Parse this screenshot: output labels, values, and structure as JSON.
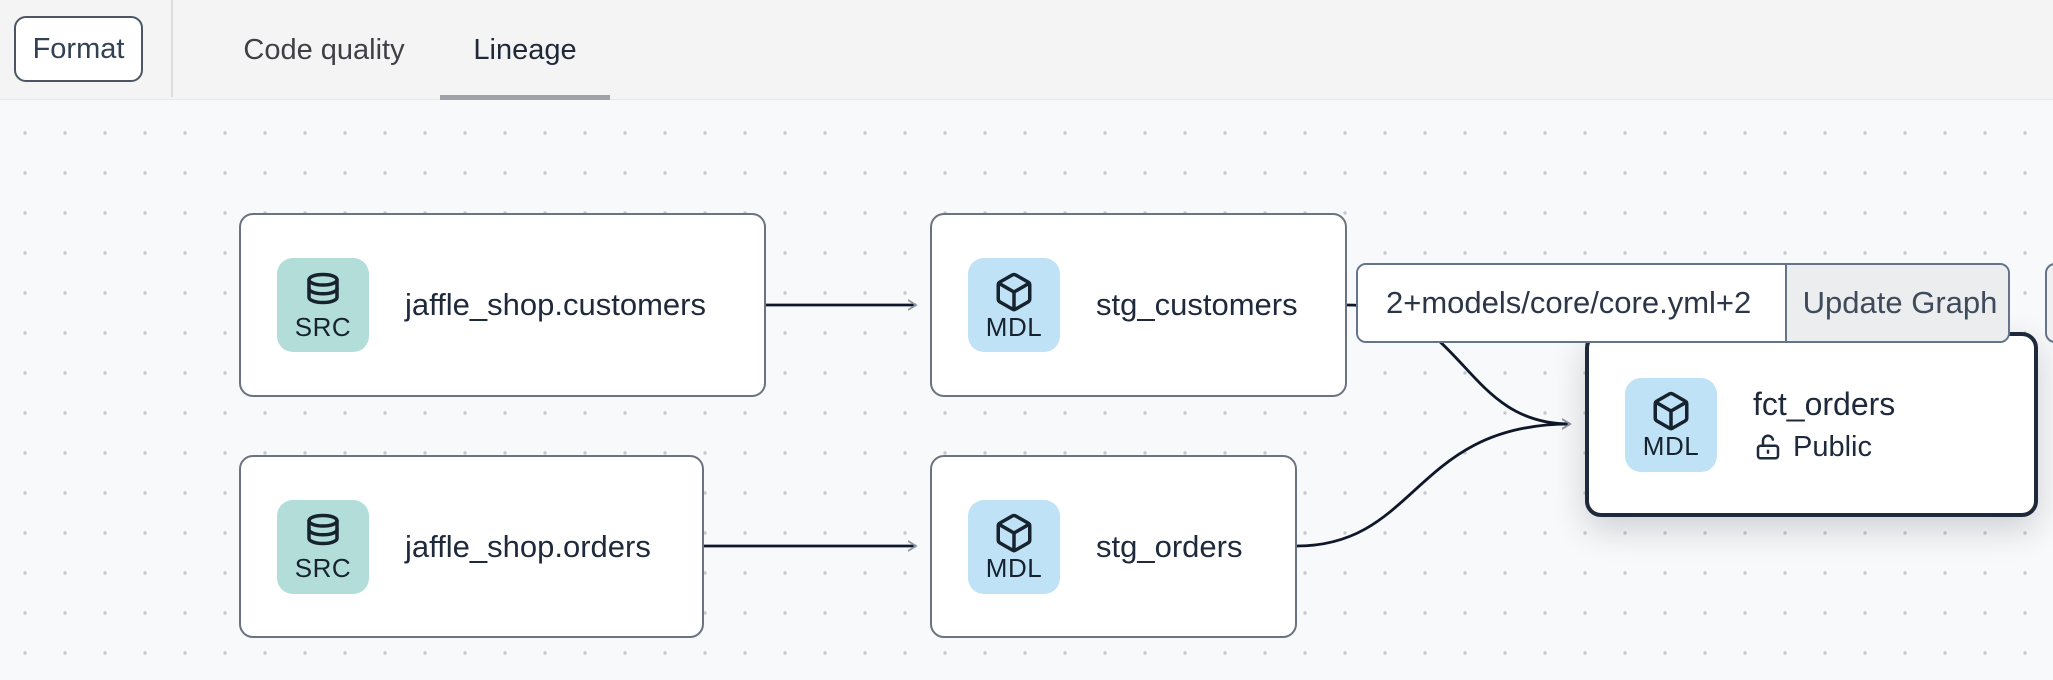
{
  "header": {
    "format_button": "Format",
    "tabs": [
      {
        "label": "Code quality",
        "active": false
      },
      {
        "label": "Lineage",
        "active": true
      }
    ]
  },
  "toolbar": {
    "selector_value": "2+models/core/core.yml+2",
    "update_button": "Update Graph"
  },
  "graph": {
    "nodes": [
      {
        "id": "jaffle_shop.customers",
        "label": "jaffle_shop.customers",
        "type": "source",
        "badge": "SRC",
        "icon": "database-icon",
        "selected": false
      },
      {
        "id": "stg_customers",
        "label": "stg_customers",
        "type": "model",
        "badge": "MDL",
        "icon": "cube-icon",
        "selected": false
      },
      {
        "id": "jaffle_shop.orders",
        "label": "jaffle_shop.orders",
        "type": "source",
        "badge": "SRC",
        "icon": "database-icon",
        "selected": false
      },
      {
        "id": "stg_orders",
        "label": "stg_orders",
        "type": "model",
        "badge": "MDL",
        "icon": "cube-icon",
        "selected": false
      },
      {
        "id": "fct_orders",
        "label": "fct_orders",
        "type": "model",
        "badge": "MDL",
        "icon": "cube-icon",
        "access": "Public",
        "access_icon": "unlock-icon",
        "selected": true
      }
    ],
    "edges": [
      {
        "source": "jaffle_shop.customers",
        "target": "stg_customers"
      },
      {
        "source": "jaffle_shop.orders",
        "target": "stg_orders"
      },
      {
        "source": "stg_customers",
        "target": "fct_orders"
      },
      {
        "source": "stg_orders",
        "target": "fct_orders"
      }
    ]
  },
  "colors": {
    "src_badge_bg": "#b2ddd8",
    "mdl_badge_bg": "#c0e2f6",
    "node_border": "#6b7280",
    "selected_node_border": "#1e293b",
    "edge_stroke": "#0f172a",
    "arrowhead": "#8e97a3",
    "header_bg": "#f4f4f5",
    "canvas_bg": "#f8f9fa",
    "tab_underline": "#a1a1aa",
    "text": "#1e293b"
  }
}
